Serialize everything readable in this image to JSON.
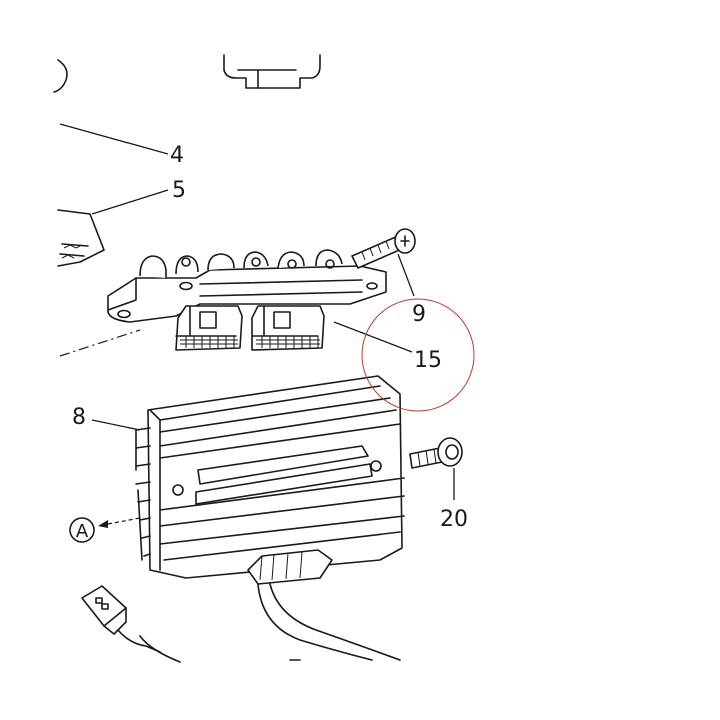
{
  "callouts": {
    "c4": "4",
    "c5": "5",
    "c9": "9",
    "c15": "15",
    "c8": "8",
    "c20": "20",
    "view_a": "A"
  },
  "colors": {
    "line": "#1a1a1a",
    "highlight_circle": "#c0392b",
    "background": "#ffffff"
  }
}
